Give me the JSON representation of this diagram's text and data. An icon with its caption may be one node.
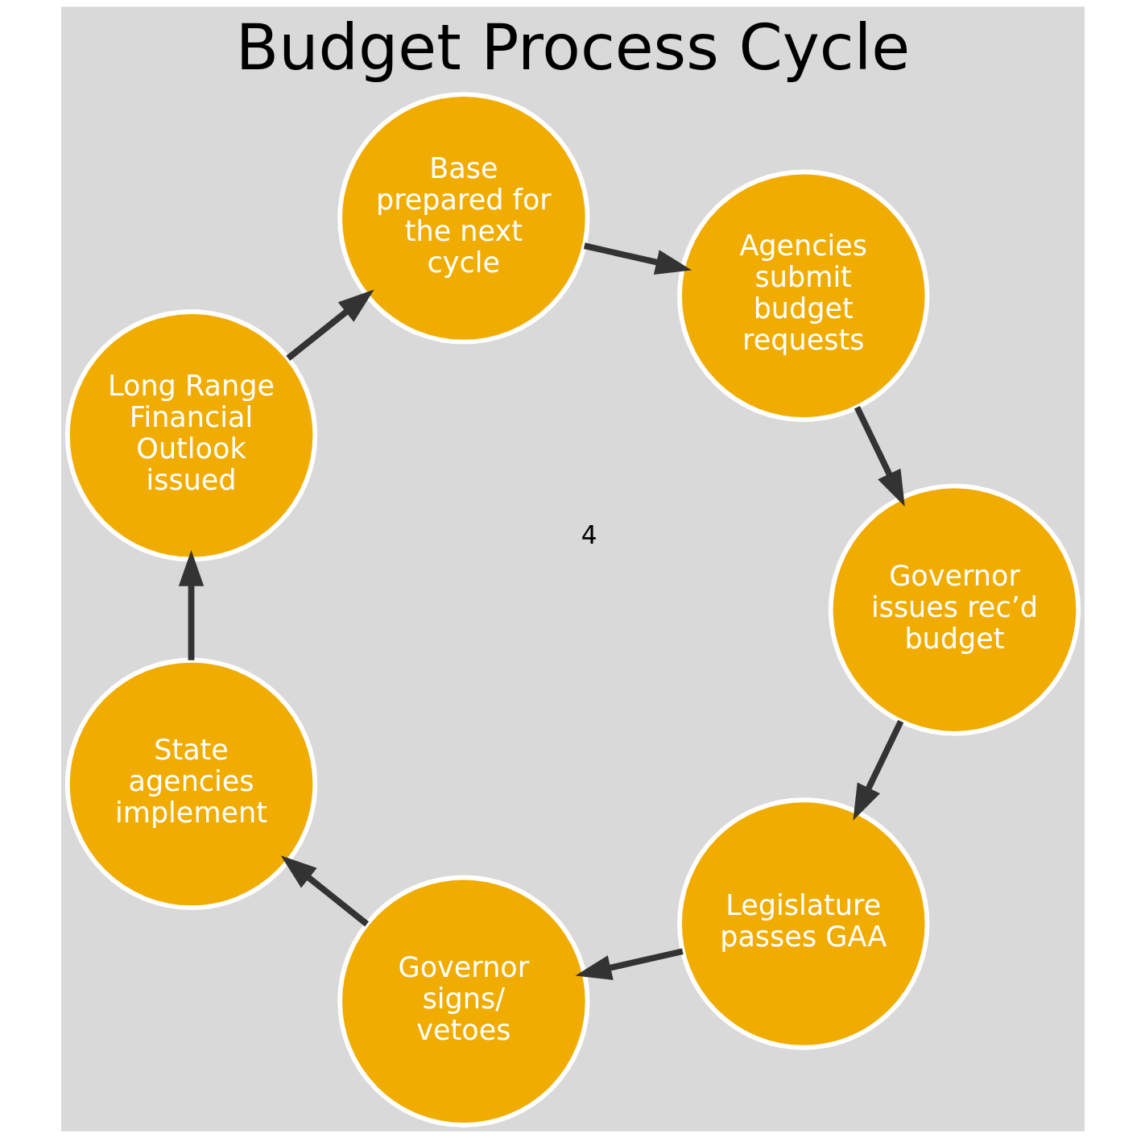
{
  "diagram": {
    "title": "Budget Process Cycle",
    "nodes": [
      {
        "text": [
          "Legislature passes GAA"
        ]
      },
      {
        "text": [
          "Governor signs/ vetoes"
        ]
      },
      {
        "text": [
          "State agencies implement"
        ]
      },
      {
        "text": [
          "Long Range Financial Outlook issued"
        ]
      },
      {
        "text": [
          "Base prepared for the next cycle"
        ]
      },
      {
        "text": [
          "Agencies submit budget requests"
        ]
      },
      {
        "text": [
          "Governor issues rec’d budget"
        ]
      }
    ],
    "edges": [
      {
        "from": 0,
        "to": 1,
        "arrow": "to"
      },
      {
        "from": 1,
        "to": 2,
        "arrow": "to"
      },
      {
        "from": 2,
        "to": 3,
        "arrow": "to"
      },
      {
        "from": 3,
        "to": 4,
        "arrow": "to"
      },
      {
        "from": 4,
        "to": 5,
        "arrow": "to"
      },
      {
        "from": 5,
        "to": 6,
        "arrow": "to"
      },
      {
        "from": 6,
        "to": 0,
        "arrow": "to"
      }
    ],
    "labels": [
      "4"
    ]
  }
}
